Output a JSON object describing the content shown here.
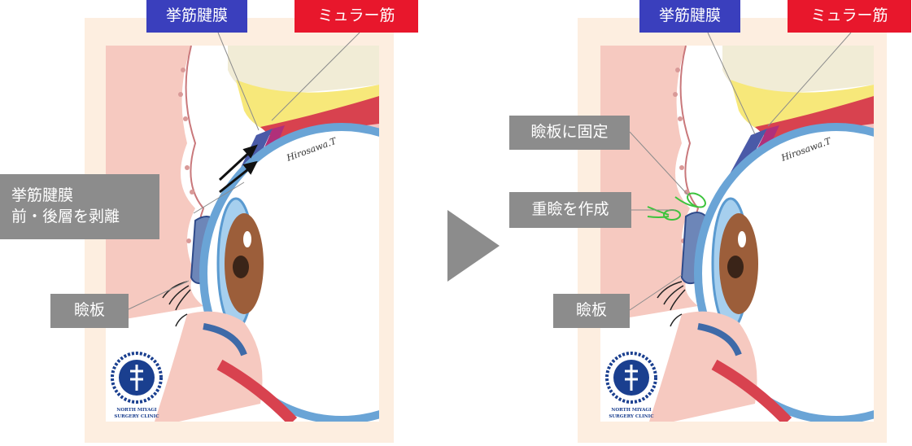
{
  "left": {
    "label_levator": "挙筋腱膜",
    "label_muller": "ミュラー筋",
    "label_procedure_line1": "挙筋腱膜",
    "label_procedure_line2": "前・後層を剥離",
    "label_tarsus": "瞼板",
    "signature": "Hirosawa.T"
  },
  "right": {
    "label_levator": "挙筋腱膜",
    "label_muller": "ミュラー筋",
    "label_fix": "瞼板に固定",
    "label_crease": "重瞼を作成",
    "label_tarsus": "瞼板",
    "signature": "Hirosawa.T"
  },
  "logo": {
    "line1": "NORTH MIYAGI",
    "line2": "SURGERY CLINIC"
  },
  "colors": {
    "label_blue": "#3a3fbd",
    "label_red": "#e8172c",
    "label_gray": "#8c8c8c",
    "panel_bg": "#fdeee0"
  }
}
